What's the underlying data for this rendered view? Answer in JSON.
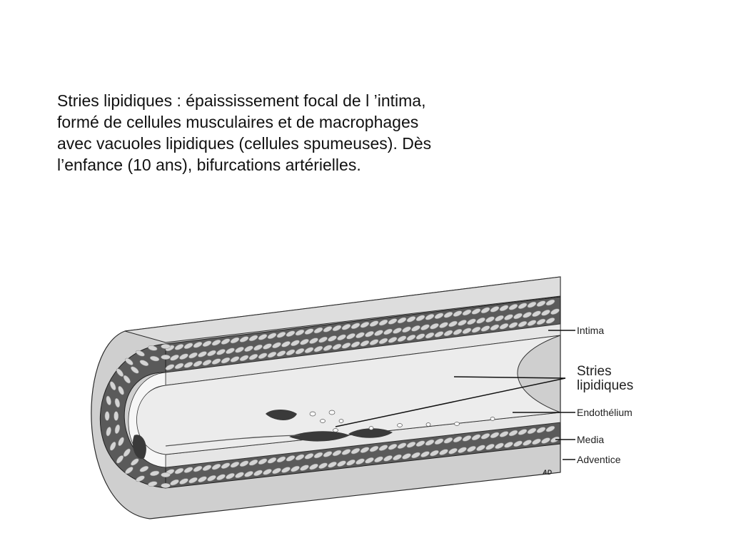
{
  "slide": {
    "text_lines": [
      "Stries lipidiques : épaississement focal de l ’intima,",
      "formé de cellules musculaires et de macrophages",
      "avec vacuoles lipidiques (cellules spumeuses). Dès",
      "l’enfance (10 ans), bifurcations artérielles."
    ]
  },
  "diagram": {
    "labels": {
      "intima": "Intima",
      "stries_1": "Stries",
      "stries_2": "lipidiques",
      "endothelium": "Endothélium",
      "media": "Media",
      "adventice": "Adventice",
      "signature": "AD"
    },
    "colors": {
      "adventitia": "#cfcfcf",
      "media": "#5a5a5a",
      "intima": "#e6e6e6",
      "lumen": "#ececec",
      "cells": "#d4d4d4",
      "outline": "#2a2a2a"
    }
  }
}
